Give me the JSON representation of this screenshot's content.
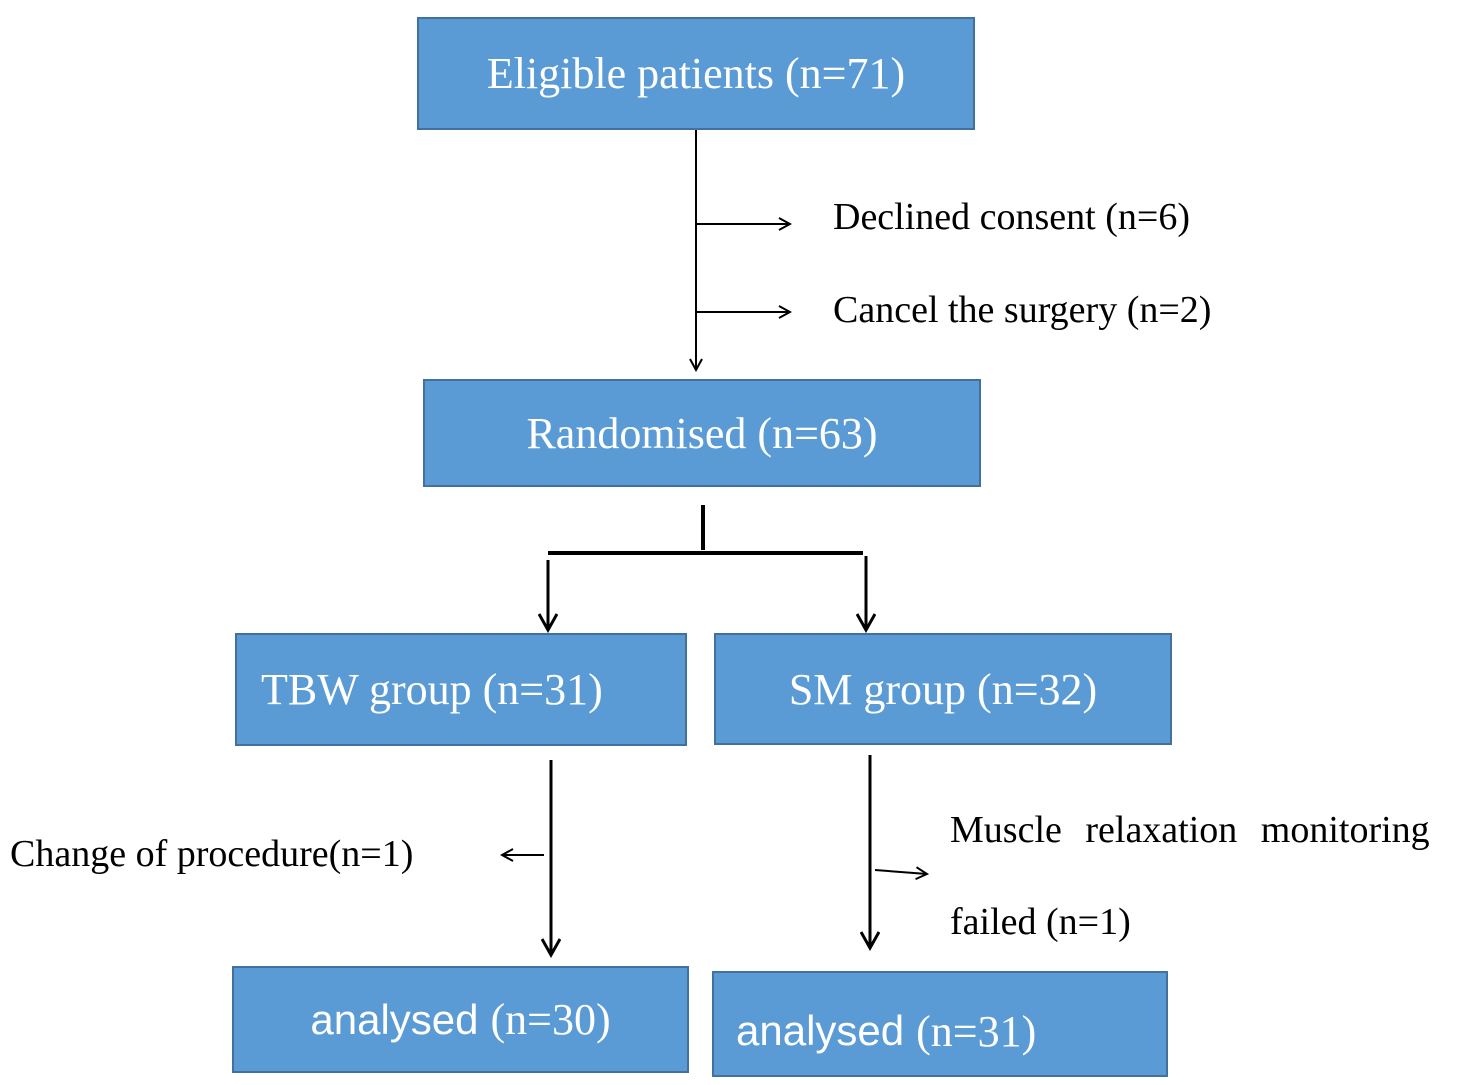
{
  "boxes": {
    "eligible": "Eligible patients (n=71)",
    "randomised": "Randomised (n=63)",
    "tbw_group": "TBW group (n=31)",
    "sm_group": "SM group (n=32)",
    "analysed_tbw_word": "analysed",
    "analysed_tbw_count": "(n=30)",
    "analysed_sm_word": "analysed",
    "analysed_sm_count": "(n=31)"
  },
  "exclusions": {
    "declined_consent": "Declined consent (n=6)",
    "cancel_surgery": "Cancel the surgery (n=2)",
    "change_procedure": "Change of procedure(n=1)",
    "muscle_monitoring_line1": "Muscle relaxation monitoring",
    "muscle_monitoring_line2": "failed (n=1)"
  },
  "colors": {
    "box_fill": "#5b9bd5",
    "box_border": "#41719c",
    "box_text": "#ffffff",
    "line": "#000000"
  }
}
